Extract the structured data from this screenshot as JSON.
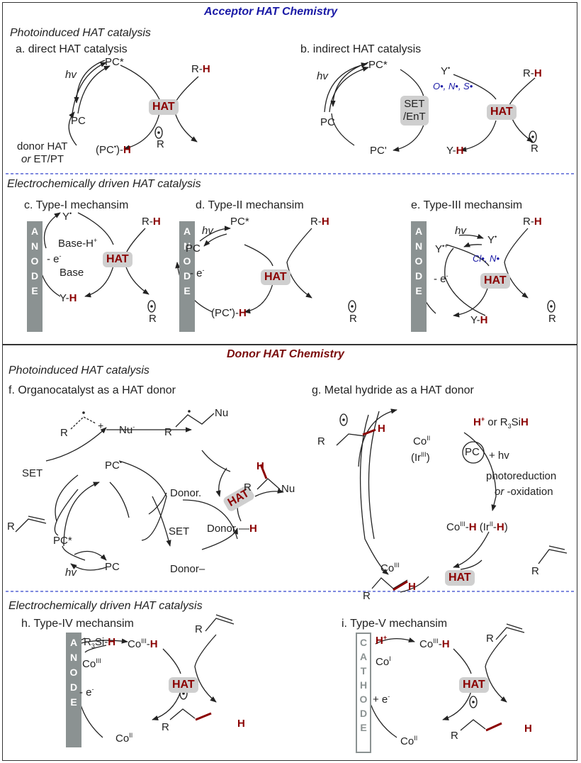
{
  "acceptor": {
    "title": "Acceptor HAT Chemistry",
    "photo_title": "Photoinduced HAT catalysis",
    "electro_title": "Electrochemically driven HAT catalysis",
    "a": {
      "title": "a. direct HAT catalysis",
      "hv": "hv",
      "pcstar": "PC*",
      "pc": "PC",
      "rh_r": "R-",
      "hat": "HAT",
      "pch_a": "(PC",
      "pch_b": ")-",
      "donor1": "donor HAT",
      "donor2_or": "or",
      "donor2_rest": " ET/PT"
    },
    "b": {
      "title": "b. indirect HAT catalysis",
      "hv": "hv",
      "pcstar": "PC*",
      "pc": "PC",
      "pcprime": "PC'",
      "set1": "SET",
      "set2": "/EnT",
      "y": "Y",
      "radicals": "O•, N•, S•",
      "rh_r": "R-",
      "hat": "HAT",
      "yh": "Y-"
    },
    "c": {
      "title": "c. Type-I mechansim",
      "y": "Y",
      "baseh": "Base-H",
      "e": "- e",
      "base": "Base",
      "hat": "HAT",
      "rh_r": "R-",
      "yh": "Y-"
    },
    "d": {
      "title": "d. Type-II mechansim",
      "hv": "hv",
      "pc": "PC",
      "pcstar": "PC*",
      "e": "- e",
      "hat": "HAT",
      "rh_r": "R-",
      "pch_a": "(PC",
      "pch_b": ")-"
    },
    "e": {
      "title": "e. Type-III mechansim",
      "hv": "hv",
      "ycation": "Y",
      "y": "Y",
      "radicals": "Cl•, N•",
      "e": "- e",
      "hat": "HAT",
      "rh_r": "R-",
      "yh": "Y-"
    },
    "anode_letters": [
      "A",
      "N",
      "O",
      "D",
      "E"
    ],
    "h_letter": "H",
    "r_letter": "R"
  },
  "donor": {
    "title": "Donor HAT Chemistry",
    "photo_title": "Photoinduced HAT catalysis",
    "electro_title": "Electrochemically driven HAT catalysis",
    "f": {
      "title": "f. Organocatalyst as a HAT donor",
      "nu": "Nu",
      "nu2": "Nu",
      "nu3": "Nu",
      "set1": "SET",
      "set2": "SET",
      "pcrad": "PC",
      "pcstar": "PC*",
      "pc": "PC",
      "hv": "hv",
      "donorrad": "Donor",
      "donorh": "Donor",
      "donorminus": "Donor",
      "hat": "HAT",
      "r": "R"
    },
    "g": {
      "title": "g. Metal hydride as a HAT donor",
      "co2": "Co",
      "ir3": "(Ir",
      "hplus": "H",
      "or": " or R",
      "si": "Si",
      "pc": "PC",
      "hv": "+ hv",
      "photored": "photoreduction",
      "oxid_or": "or",
      "oxid_rest": " -oxidation",
      "co3h": "Co",
      "ir2h": "(Ir",
      "hat": "HAT",
      "co3": "Co",
      "r": "R"
    },
    "h": {
      "title": "h. Type-IV mechansim",
      "r3si": "R",
      "si": "Si-",
      "co3h": "Co",
      "co3": "Co",
      "e": "- e",
      "hat": "HAT",
      "co2": "Co",
      "r": "R"
    },
    "i": {
      "title": "i. Type-V mechansim",
      "hplus": "H",
      "co1": "Co",
      "co3h": "Co",
      "e": "+ e",
      "hat": "HAT",
      "co2": "Co",
      "r": "R"
    },
    "cathode_letters": [
      "C",
      "A",
      "T",
      "H",
      "O",
      "D",
      "E"
    ]
  },
  "colors": {
    "hydrogen": "#8b0000",
    "acceptor_title": "#1a1aa6",
    "donor_title": "#7a0d0d",
    "electrode": "#8b9292",
    "hat_box": "#cfcfcf"
  }
}
